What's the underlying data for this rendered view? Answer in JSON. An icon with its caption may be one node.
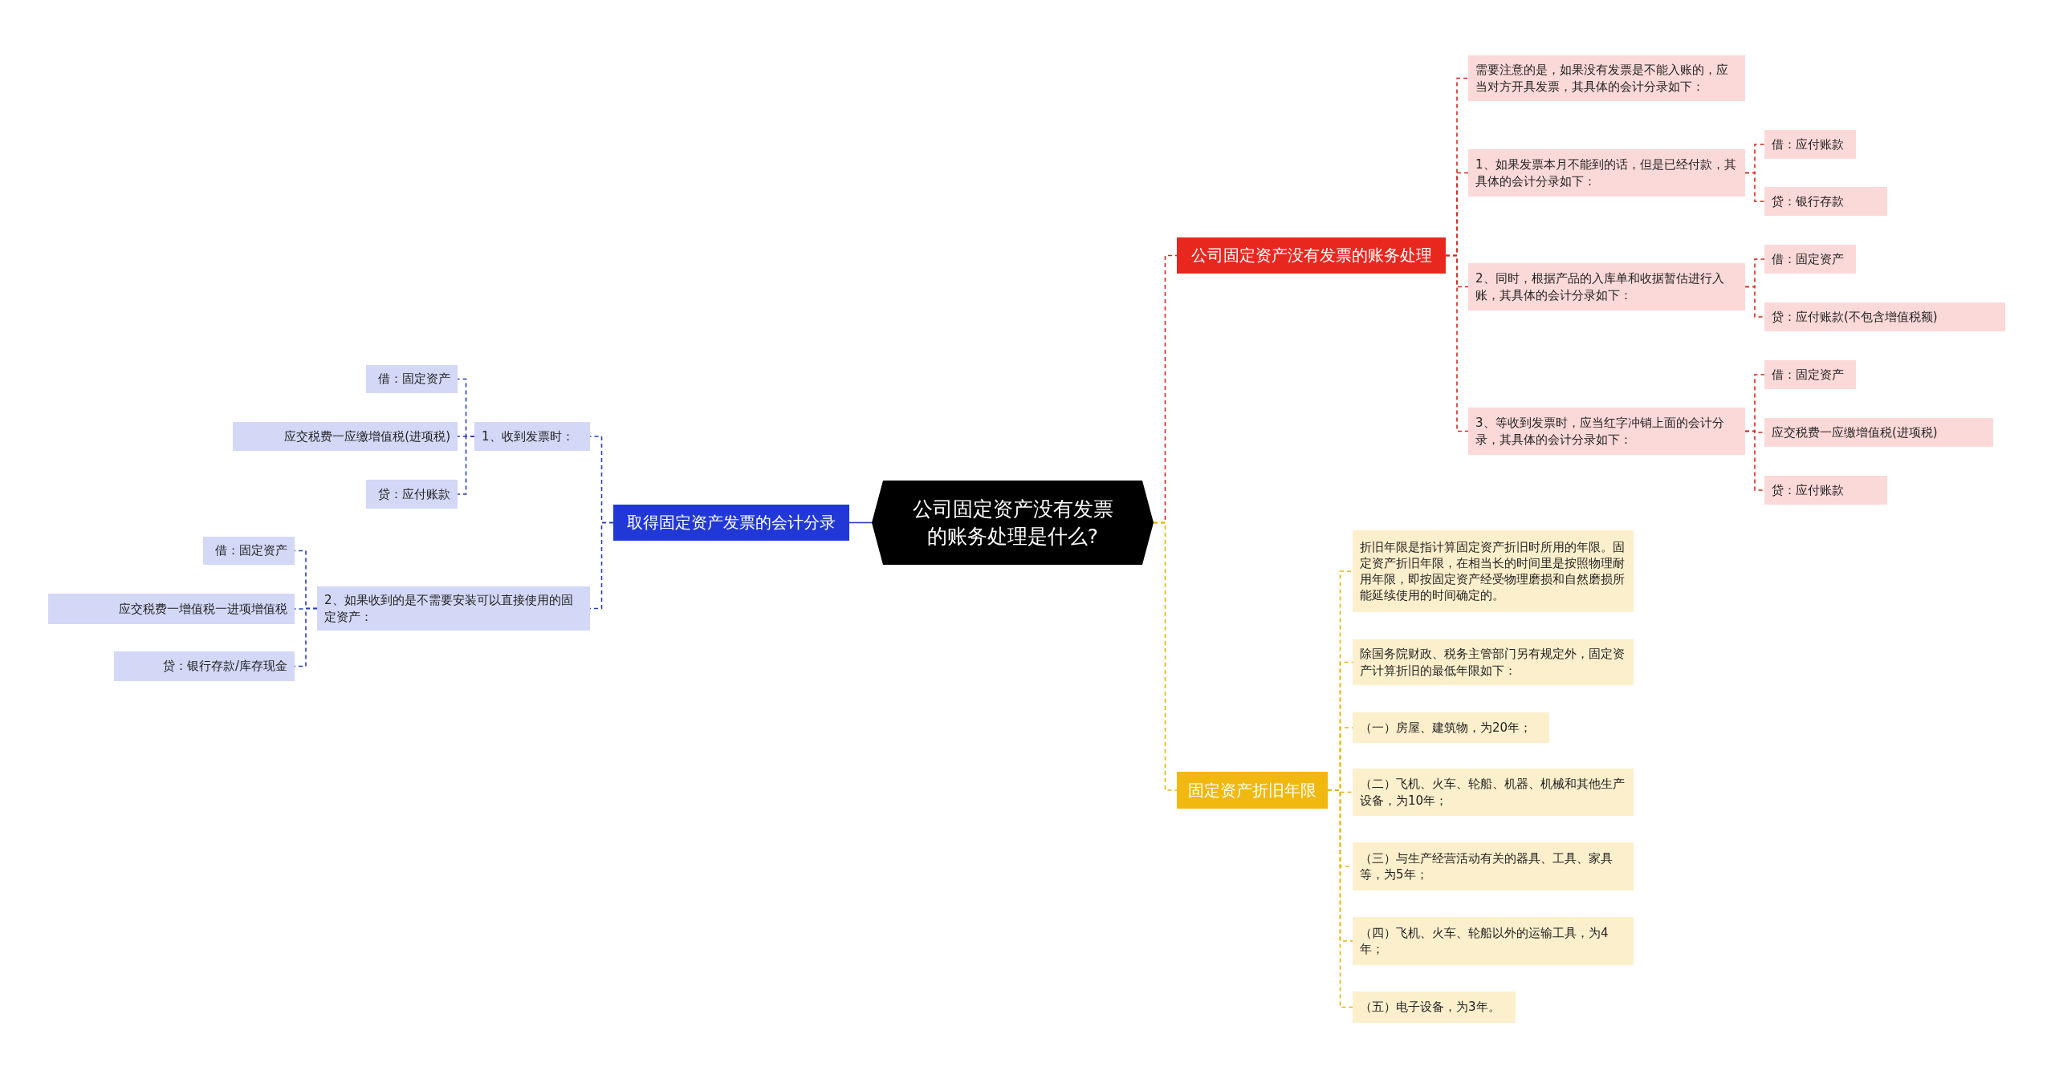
{
  "diagram": {
    "nodes": [
      {
        "text": [
          "公司固定资产没有发票的账务处理是什么?"
        ]
      },
      {
        "text": [
          "取得固定资产发票的会计分录"
        ]
      },
      {
        "text": [
          "1、收到发票时："
        ]
      },
      {
        "text": [
          "借：固定资产"
        ]
      },
      {
        "text": [
          "应交税费一应缴增值税(进项税)"
        ]
      },
      {
        "text": [
          "贷：应付账款"
        ]
      },
      {
        "text": [
          "2、如果收到的是不需要安装可以直接使用的固定资产："
        ]
      },
      {
        "text": [
          "借：固定资产"
        ]
      },
      {
        "text": [
          "应交税费一增值税一进项增值税"
        ]
      },
      {
        "text": [
          "贷：银行存款/库存现金"
        ]
      },
      {
        "text": [
          "公司固定资产没有发票的账务处理"
        ]
      },
      {
        "text": [
          "需要注意的是，如果没有发票是不能入账的，应当对方开具发票，其具体的会计分录如下："
        ]
      },
      {
        "text": [
          "1、如果发票本月不能到的话，但是已经付款，其具体的会计分录如下："
        ]
      },
      {
        "text": [
          "借：应付账款"
        ]
      },
      {
        "text": [
          "贷：银行存款"
        ]
      },
      {
        "text": [
          "2、同时，根据产品的入库单和收据暂估进行入账，其具体的会计分录如下："
        ]
      },
      {
        "text": [
          "借：固定资产"
        ]
      },
      {
        "text": [
          "贷：应付账款(不包含增值税额)"
        ]
      },
      {
        "text": [
          "3、等收到发票时，应当红字冲销上面的会计分录，其具体的会计分录如下："
        ]
      },
      {
        "text": [
          "借：固定资产"
        ]
      },
      {
        "text": [
          "应交税费一应缴增值税(进项税)"
        ]
      },
      {
        "text": [
          "贷：应付账款"
        ]
      },
      {
        "text": [
          "固定资产折旧年限"
        ]
      },
      {
        "text": [
          "折旧年限是指计算固定资产折旧时所用的年限。固定资产折旧年限，在相当长的时间里是按照物理耐用年限，即按固定资产经受物理磨损和自然磨损所能延续使用的时间确定的。"
        ]
      },
      {
        "text": [
          "除国务院财政、税务主管部门另有规定外，固定资产计算折旧的最低年限如下："
        ]
      },
      {
        "text": [
          "（一）房屋、建筑物，为20年；"
        ]
      },
      {
        "text": [
          "（二）飞机、火车、轮船、机器、机械和其他生产设备，为10年；"
        ]
      },
      {
        "text": [
          "（三）与生产经营活动有关的器具、工具、家具等，为5年；"
        ]
      },
      {
        "text": [
          "（四）飞机、火车、轮船以外的运输工具，为4年；"
        ]
      },
      {
        "text": [
          "（五）电子设备，为3年。"
        ]
      }
    ],
    "edges": [
      {
        "from": 0,
        "to": 1,
        "arrow": "none",
        "color": "#2a3fb8"
      },
      {
        "from": 1,
        "to": 2,
        "arrow": "none",
        "style": "dashed",
        "color": "#2a3fb8"
      },
      {
        "from": 2,
        "to": 3,
        "arrow": "none",
        "style": "dashed",
        "color": "#2a3fb8"
      },
      {
        "from": 2,
        "to": 4,
        "arrow": "none",
        "style": "dashed",
        "color": "#2a3fb8"
      },
      {
        "from": 2,
        "to": 5,
        "arrow": "none",
        "style": "dashed",
        "color": "#2a3fb8"
      },
      {
        "from": 1,
        "to": 6,
        "arrow": "none",
        "style": "dashed",
        "color": "#2a3fb8"
      },
      {
        "from": 6,
        "to": 7,
        "arrow": "none",
        "style": "dashed",
        "color": "#2a3fb8"
      },
      {
        "from": 6,
        "to": 8,
        "arrow": "none",
        "style": "dashed",
        "color": "#2a3fb8"
      },
      {
        "from": 6,
        "to": 9,
        "arrow": "none",
        "style": "dashed",
        "color": "#2a3fb8"
      },
      {
        "from": 0,
        "to": 10,
        "arrow": "none",
        "style": "dashed"
      },
      {
        "from": 10,
        "to": 11,
        "arrow": "none",
        "style": "dashed"
      },
      {
        "from": 10,
        "to": 12,
        "arrow": "none",
        "style": "dashed"
      },
      {
        "from": 12,
        "to": 13,
        "arrow": "none",
        "style": "dashed"
      },
      {
        "from": 12,
        "to": 14,
        "arrow": "none",
        "style": "dashed"
      },
      {
        "from": 10,
        "to": 15,
        "arrow": "none",
        "style": "dashed"
      },
      {
        "from": 15,
        "to": 16,
        "arrow": "none",
        "style": "dashed"
      },
      {
        "from": 15,
        "to": 17,
        "arrow": "none",
        "style": "dashed"
      },
      {
        "from": 10,
        "to": 18,
        "arrow": "none",
        "style": "dashed"
      },
      {
        "from": 18,
        "to": 19,
        "arrow": "none",
        "style": "dashed"
      },
      {
        "from": 18,
        "to": 20,
        "arrow": "none",
        "style": "dashed"
      },
      {
        "from": 18,
        "to": 21,
        "arrow": "none",
        "style": "dashed"
      },
      {
        "from": 0,
        "to": 22,
        "arrow": "none",
        "style": "dashed",
        "color": "#e6b40c"
      },
      {
        "from": 22,
        "to": 23,
        "arrow": "none",
        "style": "dashed",
        "color": "#e6b40c"
      },
      {
        "from": 22,
        "to": 24,
        "arrow": "none",
        "style": "dashed",
        "color": "#e6b40c"
      },
      {
        "from": 22,
        "to": 25,
        "arrow": "none",
        "style": "dashed",
        "color": "#e6b40c"
      },
      {
        "from": 22,
        "to": 26,
        "arrow": "none",
        "style": "dashed",
        "color": "#e6b40c"
      },
      {
        "from": 22,
        "to": 27,
        "arrow": "none",
        "style": "dashed",
        "color": "#e6b40c"
      },
      {
        "from": 22,
        "to": 28,
        "arrow": "none",
        "style": "dashed",
        "color": "#e6b40c"
      },
      {
        "from": 22,
        "to": 29,
        "arrow": "none",
        "style": "dashed",
        "color": "#e6b40c"
      }
    ]
  }
}
